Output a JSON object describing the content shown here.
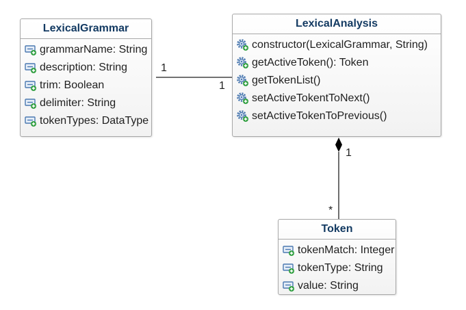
{
  "classes": {
    "lexical_grammar": {
      "name": "LexicalGrammar",
      "attributes": [
        "grammarName: String",
        "description: String",
        "trim: Boolean",
        "delimiter: String",
        "tokenTypes: DataType"
      ]
    },
    "lexical_analysis": {
      "name": "LexicalAnalysis",
      "operations": [
        "constructor(LexicalGrammar, String)",
        "getActiveToken(): Token",
        "getTokenList()",
        "setActiveTokentToNext()",
        "setActiveTokenToPrevious()"
      ]
    },
    "token": {
      "name": "Token",
      "attributes": [
        "tokenMatch: Integer",
        "tokenType: String",
        "value: String"
      ]
    }
  },
  "associations": {
    "grammar_analysis": {
      "grammar_end": "1",
      "analysis_end": "1"
    },
    "analysis_token": {
      "type": "composition",
      "whole_end": "1",
      "part_end": "*"
    }
  },
  "icons": {
    "attribute": "attribute-icon",
    "operation": "operation-icon"
  },
  "colors": {
    "class_title": "#133a62",
    "border": "#a7a7a7",
    "text": "#1f1f1f",
    "icon_blue": "#4a78b0",
    "icon_green": "#2e9e3e"
  }
}
